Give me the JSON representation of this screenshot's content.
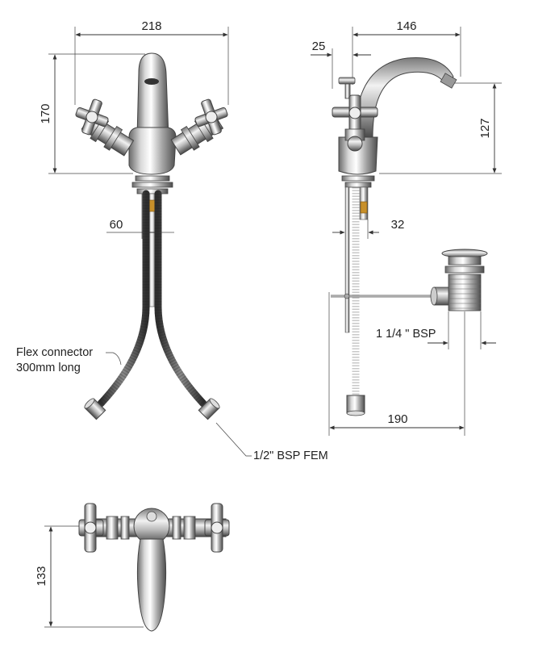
{
  "dimensions": {
    "front_width": "218",
    "front_height": "170",
    "front_flex_offset": "60",
    "side_depth": "146",
    "side_rear_offset": "25",
    "side_spout_height": "127",
    "side_rod_offset": "32",
    "side_total_depth": "190",
    "plan_depth": "133"
  },
  "labels": {
    "flex_line1": "Flex connector",
    "flex_line2": "300mm long",
    "bsp_fem": "1/2\" BSP FEM",
    "waste_bsp": "1 1/4 \" BSP"
  },
  "colors": {
    "chrome_light": "#f4f4f4",
    "chrome_mid": "#bdbdbd",
    "chrome_dark": "#5a5a5a",
    "hose": "#4a4a4a",
    "brass": "#c8902a",
    "line": "#333333"
  }
}
